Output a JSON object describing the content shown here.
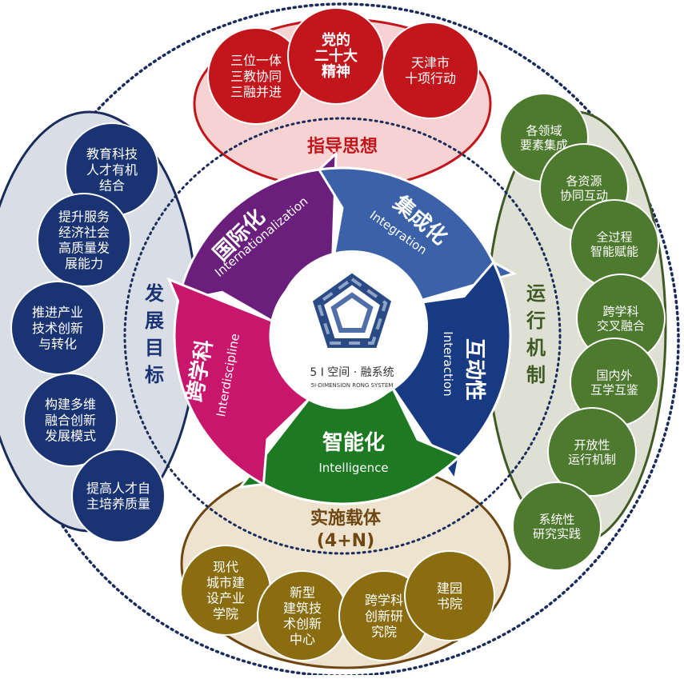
{
  "center": {
    "logo_title": "5 I 空间 · 融系统",
    "logo_subtitle": "5I-DIMENSION RONG SYSTEM"
  },
  "segments": [
    {
      "zh": "国际化",
      "en": "Internationalization",
      "color": "#6b1f7d"
    },
    {
      "zh": "集成化",
      "en": "Integration",
      "color": "#3b62a8"
    },
    {
      "zh": "互动性",
      "en": "Interaction",
      "color": "#173a82"
    },
    {
      "zh": "智能化",
      "en": "Intelligence",
      "color": "#1d7a22"
    },
    {
      "zh": "跨学科",
      "en": "Interdiscipline",
      "color": "#c8166c"
    }
  ],
  "top": {
    "title": "指导思想",
    "circles": [
      {
        "lines": [
          "三位一体",
          "三教协同",
          "三融并进"
        ]
      },
      {
        "lines": [
          "党的",
          "二十大",
          "精神"
        ]
      },
      {
        "lines": [
          "天津市",
          "十项行动"
        ]
      }
    ]
  },
  "left": {
    "title": [
      "发",
      "展",
      "目",
      "标"
    ],
    "circles": [
      {
        "lines": [
          "教育科技",
          "人才有机",
          "结合"
        ]
      },
      {
        "lines": [
          "提升服务",
          "经济社会",
          "高质量发",
          "展能力"
        ]
      },
      {
        "lines": [
          "推进产业",
          "技术创新",
          "与转化"
        ]
      },
      {
        "lines": [
          "构建多维",
          "融合创新",
          "发展模式"
        ]
      },
      {
        "lines": [
          "提高人才自",
          "主培养质量"
        ]
      }
    ]
  },
  "right": {
    "title": [
      "运",
      "行",
      "机",
      "制"
    ],
    "circles": [
      {
        "lines": [
          "各领域",
          "要素集成"
        ]
      },
      {
        "lines": [
          "各资源",
          "协同互动"
        ]
      },
      {
        "lines": [
          "全过程",
          "智能赋能"
        ]
      },
      {
        "lines": [
          "跨学科",
          "交叉融合"
        ]
      },
      {
        "lines": [
          "国内外",
          "互学互鉴"
        ]
      },
      {
        "lines": [
          "开放性",
          "运行机制"
        ]
      },
      {
        "lines": [
          "系统性",
          "研究实践"
        ]
      }
    ]
  },
  "bottom": {
    "title": [
      "实施载体",
      "(4+N)"
    ],
    "circles": [
      {
        "lines": [
          "现代",
          "城市建",
          "设产业",
          "学院"
        ]
      },
      {
        "lines": [
          "新型",
          "建筑技",
          "术创新",
          "中心"
        ]
      },
      {
        "lines": [
          "跨学科",
          "创新研",
          "究院"
        ]
      },
      {
        "lines": [
          "建园",
          "书院"
        ]
      }
    ]
  },
  "colors": {
    "top_fill": "#f6d2d2",
    "top_border": "#c2161c",
    "top_circle": "#c2161c",
    "top_title": "#c2161c",
    "left_fill": "#d8dde6",
    "left_border": "#1a2c5b",
    "left_circle": "#1a3473",
    "left_title": "#1a3473",
    "right_fill": "#dde0d2",
    "right_border": "#3f5a24",
    "right_circle": "#4d7a2e",
    "right_title": "#3f5a24",
    "bottom_fill": "#eee3cf",
    "bottom_border": "#6e4712",
    "bottom_circle": "#8a6d10",
    "bottom_title": "#6e4712"
  }
}
